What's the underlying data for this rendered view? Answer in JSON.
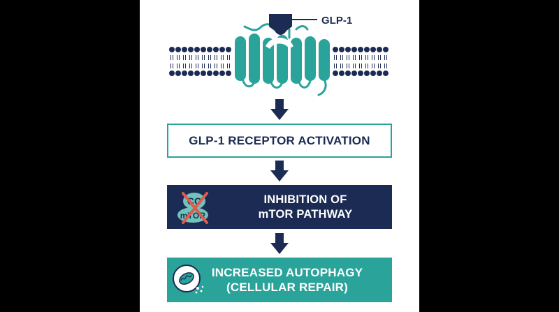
{
  "ligand": {
    "label": "GLP-1"
  },
  "steps": [
    {
      "label": "GLP-1 RECEPTOR ACTIVATION"
    },
    {
      "line1": "INHIBITION OF",
      "line2": "mTOR PATHWAY"
    },
    {
      "line1": "INCREASED AUTOPHAGY",
      "line2": "(CELLULAR REPAIR)"
    }
  ],
  "mtor_icon": {
    "line1": "CC",
    "line2": "mTOR"
  },
  "colors": {
    "navy": "#1c2b53",
    "teal": "#2aa39a",
    "light_teal": "#6fc3bb",
    "inhibit_red": "#e05a4f"
  },
  "icons": [
    "membrane-receptor-illustration",
    "down-arrow-icon",
    "mtor-complex-icon",
    "cross-out-icon",
    "mitochondrion-icon"
  ]
}
